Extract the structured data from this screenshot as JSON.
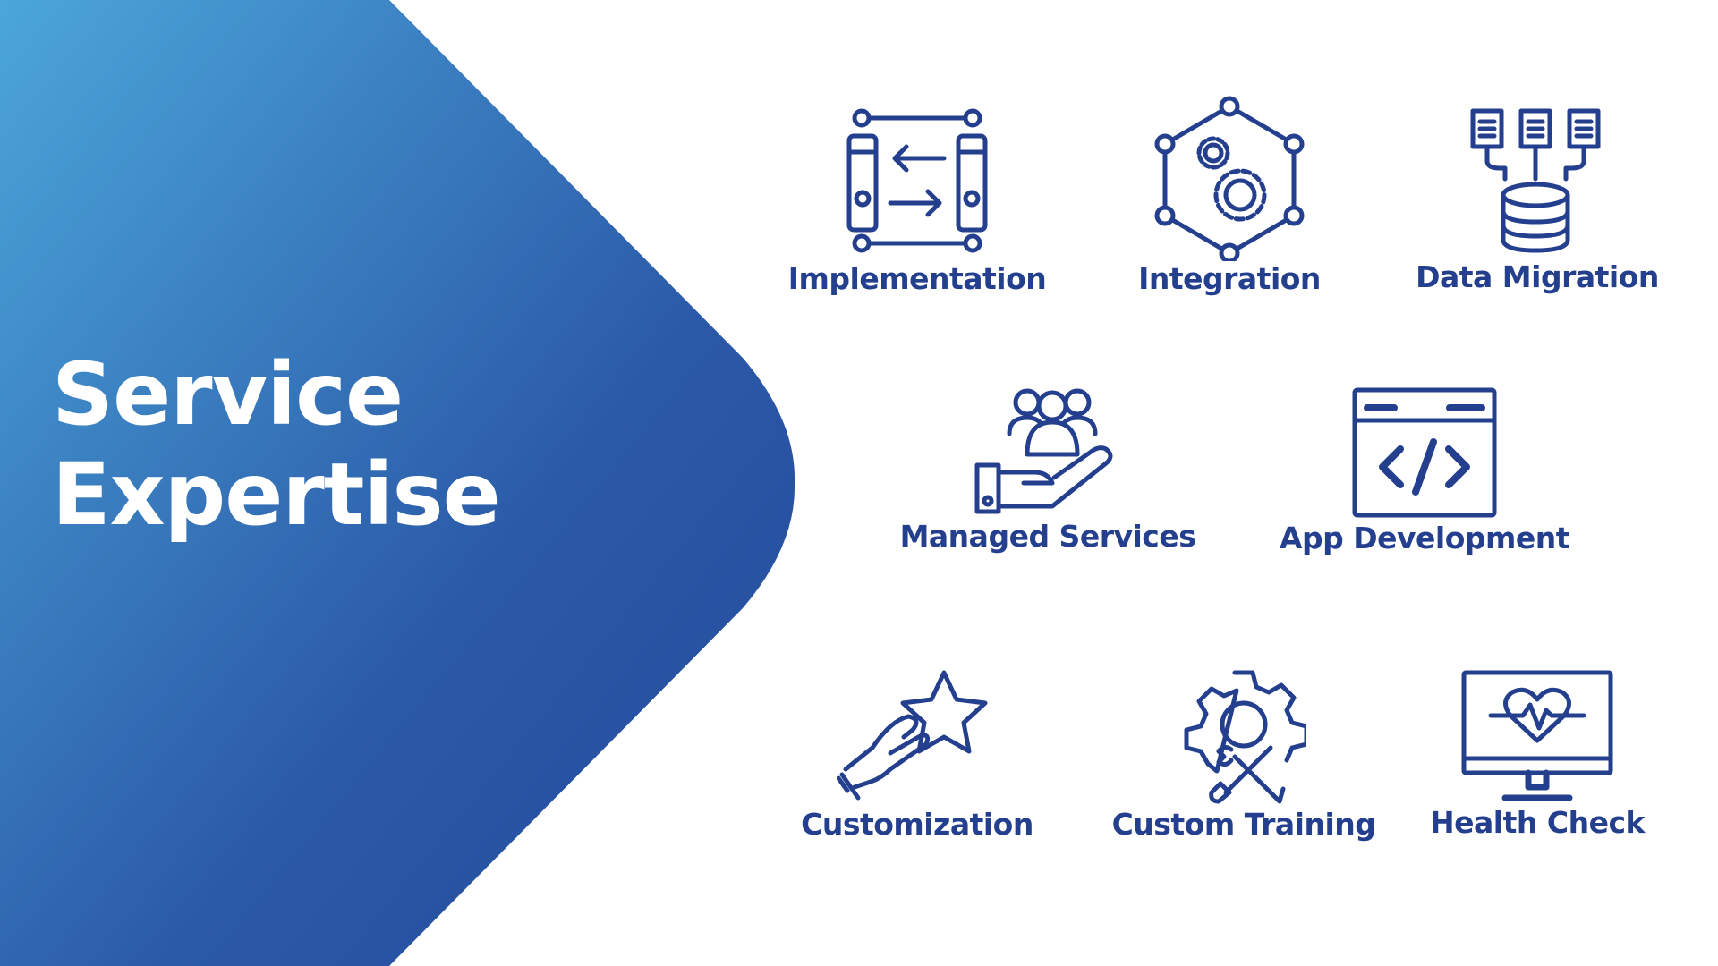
{
  "title": {
    "line1": "Service",
    "line2": "Expertise"
  },
  "colors": {
    "gradient_start": "#4ba6da",
    "gradient_end": "#24479b",
    "icon": "#233f8e",
    "background": "#ffffff"
  },
  "services": [
    {
      "label": "Implementation",
      "icon": "servers-exchange-icon"
    },
    {
      "label": "Integration",
      "icon": "network-gears-icon"
    },
    {
      "label": "Data Migration",
      "icon": "documents-to-database-icon"
    },
    {
      "label": "Managed Services",
      "icon": "hand-holding-people-icon"
    },
    {
      "label": "App Development",
      "icon": "code-window-icon"
    },
    {
      "label": "Customization",
      "icon": "hand-star-icon"
    },
    {
      "label": "Custom Training",
      "icon": "gear-tools-icon"
    },
    {
      "label": "Health Check",
      "icon": "monitor-heartbeat-icon"
    }
  ]
}
